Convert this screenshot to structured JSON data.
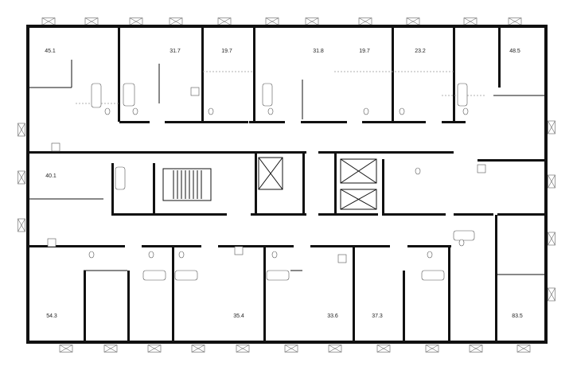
{
  "plan": {
    "apartments": [
      {
        "area": "45.1"
      },
      {
        "area": "31.7"
      },
      {
        "area": "19.7"
      },
      {
        "area": "31.8"
      },
      {
        "area": "19.7"
      },
      {
        "area": "23.2"
      },
      {
        "area": "48.5"
      },
      {
        "area": "40.1"
      },
      {
        "area": "54.3"
      },
      {
        "area": "35.4"
      },
      {
        "area": "33.6"
      },
      {
        "area": "37.3"
      },
      {
        "area": "83.5"
      }
    ]
  }
}
